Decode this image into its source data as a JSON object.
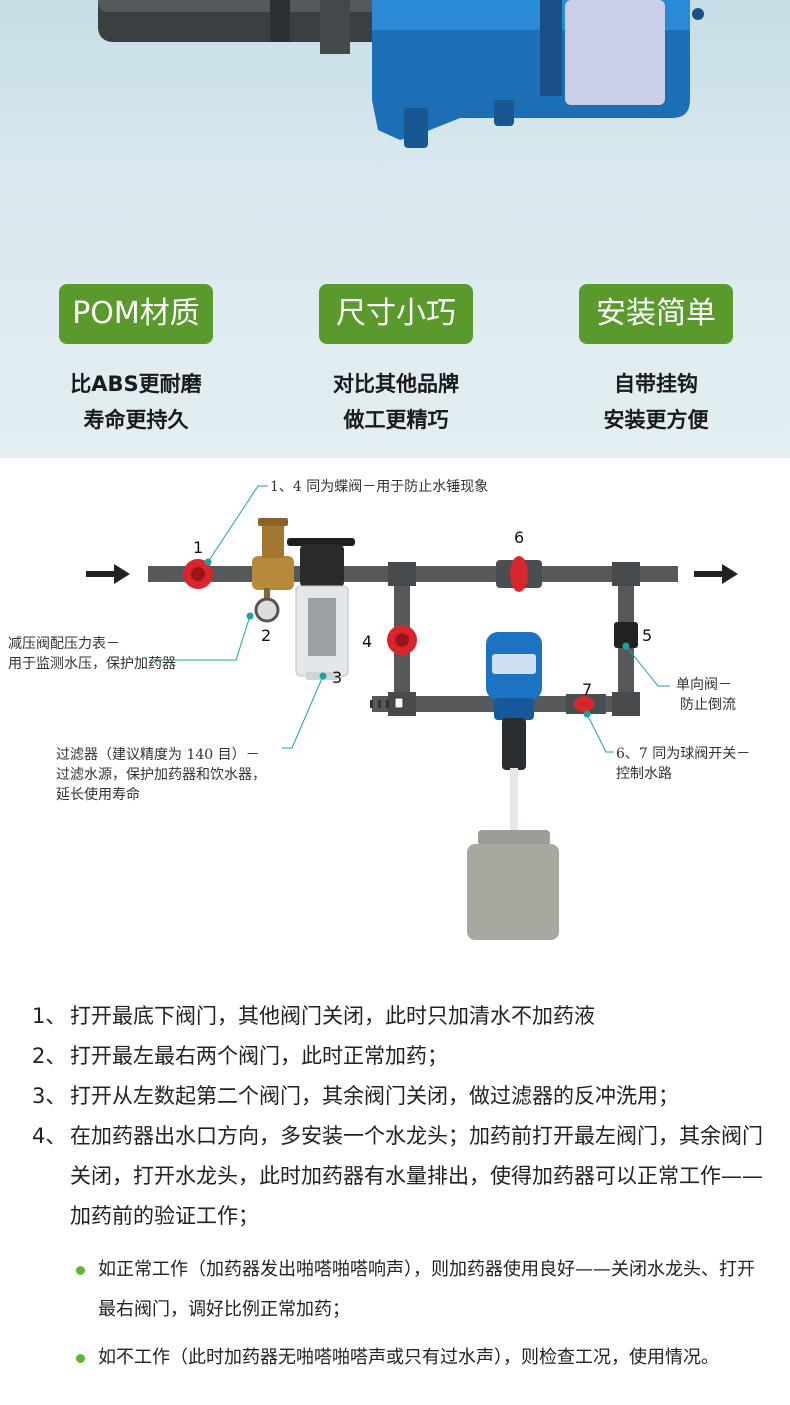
{
  "features": [
    {
      "badge": "POM材质",
      "line1": "比ABS更耐磨",
      "line2": "寿命更持久"
    },
    {
      "badge": "尺寸小巧",
      "line1": "对比其他品牌",
      "line2": "做工更精巧"
    },
    {
      "badge": "安装简单",
      "line1": "自带挂钩",
      "line2": "安装更方便"
    }
  ],
  "diagram": {
    "numbers": [
      "1",
      "2",
      "3",
      "4",
      "5",
      "6",
      "7"
    ],
    "annotations": {
      "butterfly": "1、4 同为蝶阀－用于防止水锤现象",
      "gauge_l1": "减压阀配压力表－",
      "gauge_l2": "用于监测水压，保护加药器",
      "check_l1": "单向阀－",
      "check_l2": "防止倒流",
      "filter_l1": "过滤器（建议精度为 140 目）－",
      "filter_l2": "过滤水源，保护加药器和饮水器，",
      "filter_l3": "延长使用寿命",
      "ball_l1": "6、7 同为球阀开关－",
      "ball_l2": "控制水路"
    },
    "colors": {
      "pipe": "#55595c",
      "valve": "#d8262b",
      "teal": "#1aa4a0",
      "pump": "#1c73c2",
      "tank": "#a7a8a0"
    }
  },
  "steps": [
    {
      "n": "1、",
      "text": "打开最底下阀门，其他阀门关闭，此时只加清水不加药液"
    },
    {
      "n": "2、",
      "text": "打开最左最右两个阀门，此时正常加药；"
    },
    {
      "n": "3、",
      "text": "打开从左数起第二个阀门，其余阀门关闭，做过滤器的反冲洗用；"
    },
    {
      "n": "4、",
      "text": "在加药器出水口方向，多安装一个水龙头；加药前打开最左阀门，其余阀门关闭，打开水龙头，此时加药器有水量排出，使得加药器可以正常工作——加药前的验证工作；"
    }
  ],
  "bullets": [
    "如正常工作（加药器发出啪嗒啪嗒响声），则加药器使用良好——关闭水龙头、打开最右阀门，调好比例正常加药；",
    "如不工作（此时加药器无啪嗒啪嗒声或只有过水声），则检查工况，使用情况。"
  ]
}
